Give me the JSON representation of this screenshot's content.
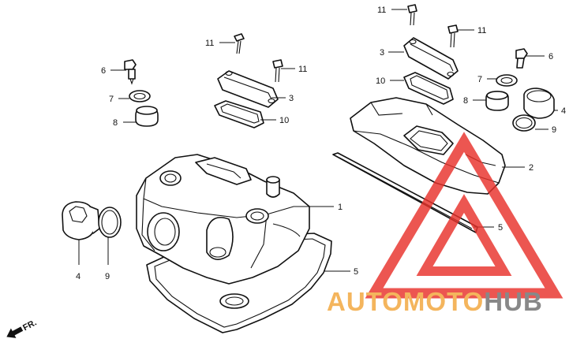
{
  "labels": {
    "p1": "1",
    "p2": "2",
    "p3a": "3",
    "p3b": "3",
    "p4a": "4",
    "p4b": "4",
    "p5a": "5",
    "p5b": "5",
    "p6a": "6",
    "p6b": "6",
    "p7a": "7",
    "p7b": "7",
    "p8a": "8",
    "p8b": "8",
    "p9a": "9",
    "p9b": "9",
    "p10a": "10",
    "p10b": "10",
    "p11a": "11",
    "p11b": "11",
    "p11c": "11",
    "p11d": "11",
    "front": "FR."
  },
  "watermark": {
    "part1": "AUTO",
    "part2": "MOTO",
    "part3": "HUB",
    "colors": {
      "auto": "#f2a63a",
      "moto": "#f2a63a",
      "hub": "#6f6f6f",
      "triangle": "#e8322b"
    }
  }
}
